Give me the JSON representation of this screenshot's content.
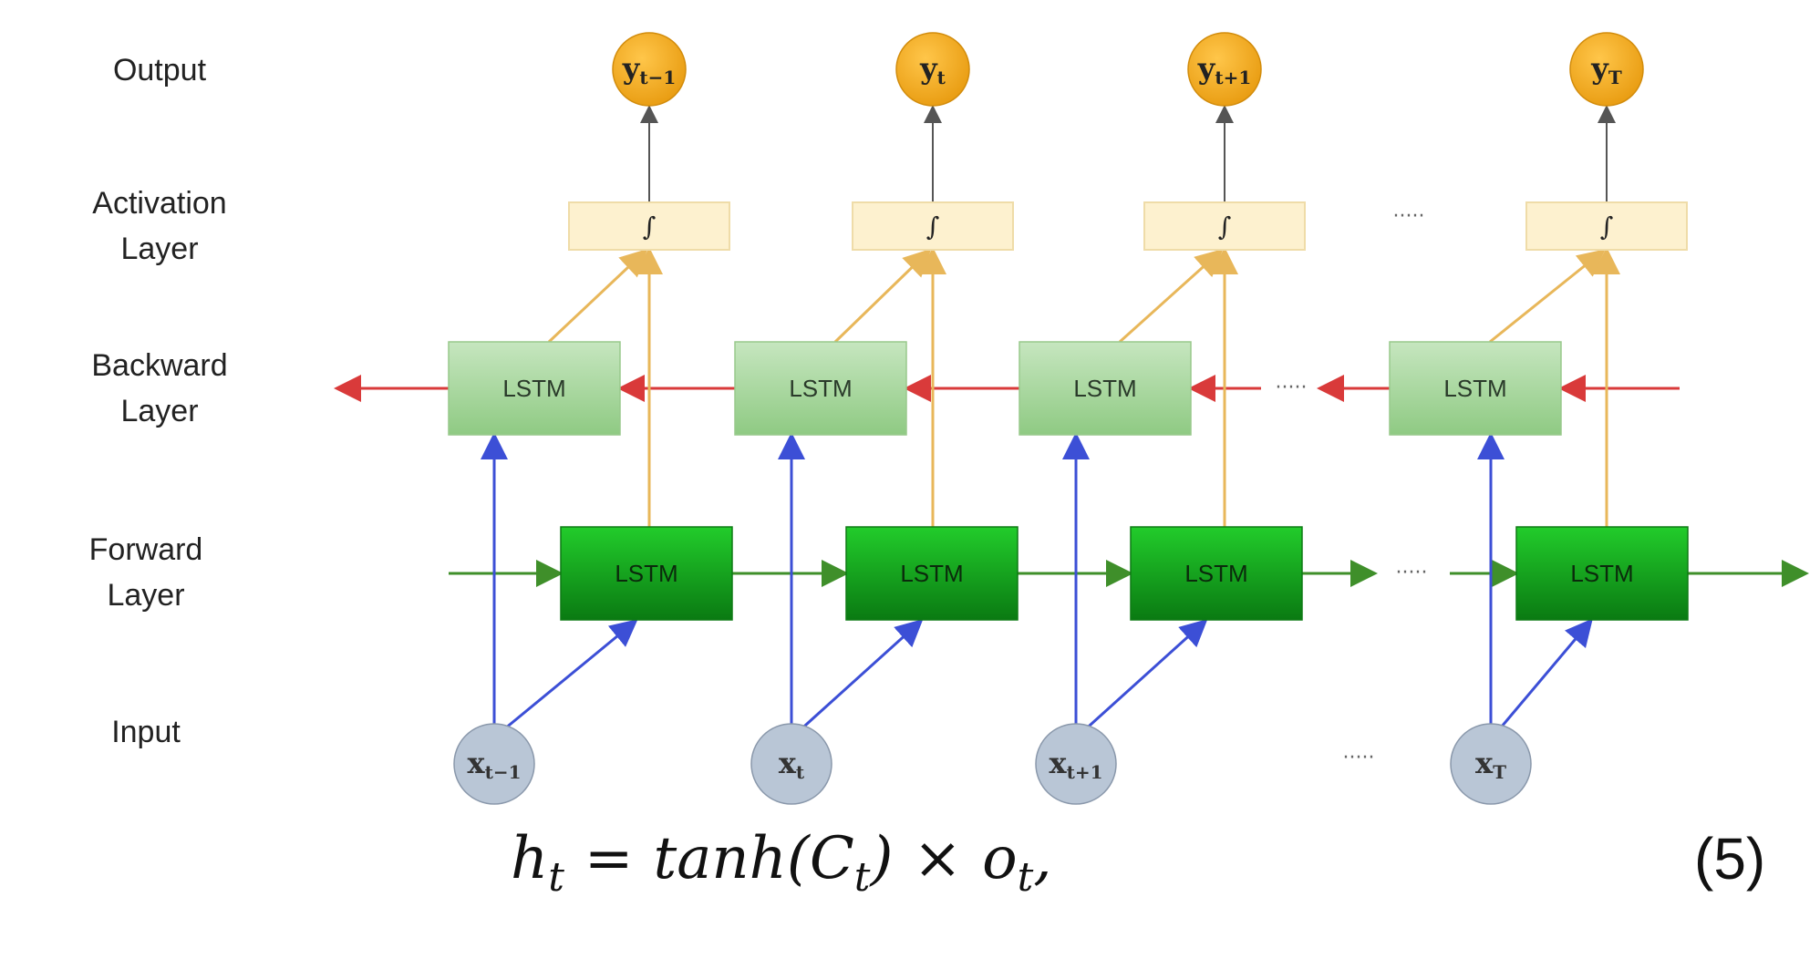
{
  "row_labels": {
    "output": [
      "Output"
    ],
    "activation": [
      "Activation",
      "Layer"
    ],
    "backward": [
      "Backward",
      "Layer"
    ],
    "forward": [
      "Forward",
      "Layer"
    ],
    "input": [
      "Input"
    ]
  },
  "cell_label": "LSTM",
  "activation_symbol": "∫",
  "ellipsis": "·····",
  "timesteps": [
    {
      "sub": "t−1"
    },
    {
      "sub": "t"
    },
    {
      "sub": "t+1"
    },
    {
      "sub": "T"
    }
  ],
  "input_letter": "x",
  "output_letter": "y",
  "equation": {
    "lhs": "h",
    "lhs_sub": "t",
    "eq": "=",
    "fn": "tanh(C",
    "fn_sub": "t",
    "fn_close": ")",
    "times": "×",
    "rhs": "o",
    "rhs_sub": "t",
    "tail": ",",
    "number": "(5)"
  },
  "colors": {
    "output_node": "#f2a81d",
    "input_node": "#b9c6d6",
    "forward_cell": "#1db524",
    "backward_cell": "#a9d6a0",
    "activation_box": "#fdf1cf",
    "forward_arrow": "#3f8f2a",
    "backward_arrow": "#d93a3a",
    "input_arrow": "#3c4fd6",
    "activation_arrow": "#e8b75a",
    "output_arrow": "#555555"
  }
}
